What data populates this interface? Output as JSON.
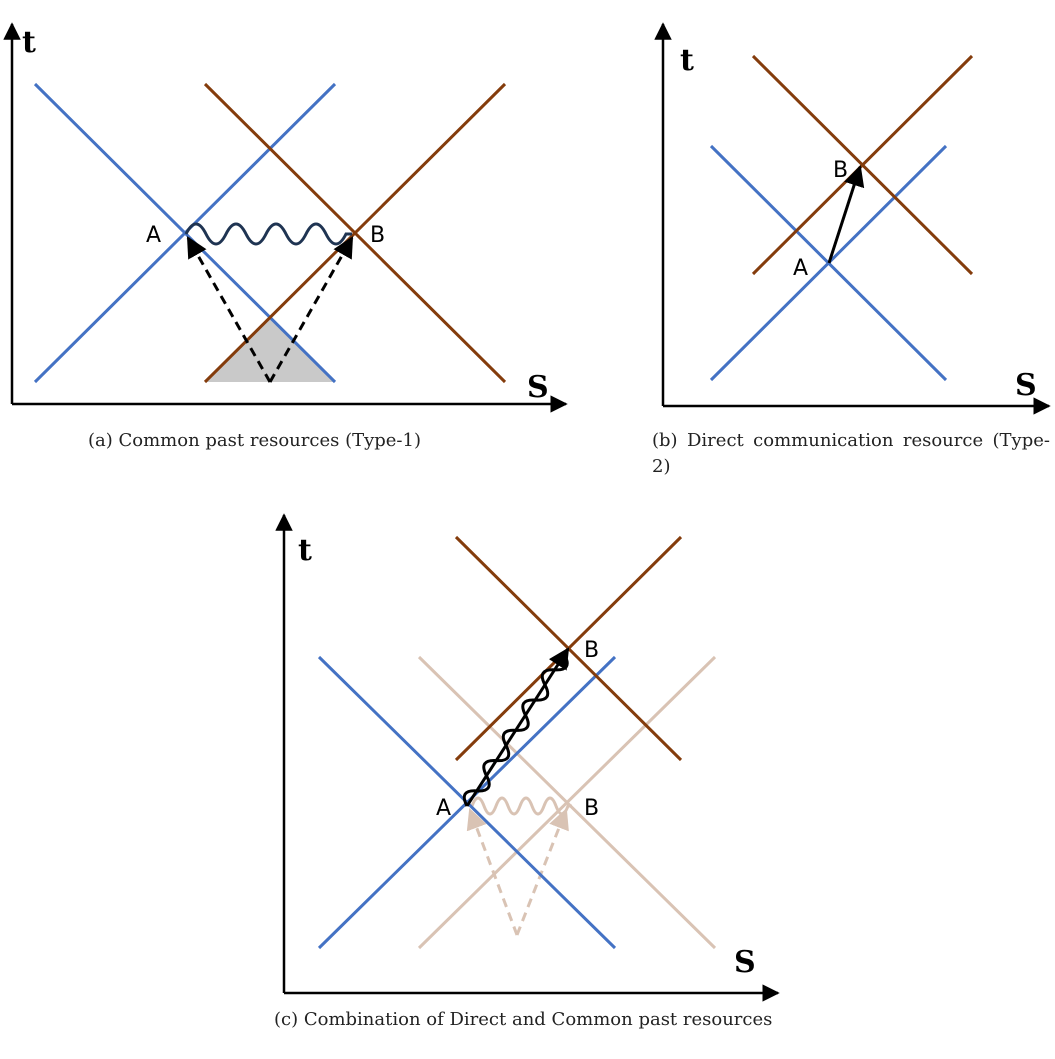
{
  "colors": {
    "blue": "#4472C4",
    "brown": "#843C0C",
    "faded": "#D9C3B4",
    "gray_fill": "#C9C9C9",
    "ink": "#000000",
    "dark_wave": "#1F3452"
  },
  "panels": {
    "a": {
      "axis_t": "t",
      "axis_s": "S",
      "point_a": "A",
      "point_b": "B",
      "caption": "(a) Common past resources (Type-1)"
    },
    "b": {
      "axis_t": "t",
      "axis_s": "S",
      "point_a": "A",
      "point_b": "B",
      "caption": "(b) Direct communication resource (Type-2)"
    },
    "c": {
      "axis_t": "t",
      "axis_s": "S",
      "point_a": "A",
      "point_b_top": "B",
      "point_b_faded": "B",
      "caption": "(c) Combination of Direct and Common past resources"
    }
  }
}
